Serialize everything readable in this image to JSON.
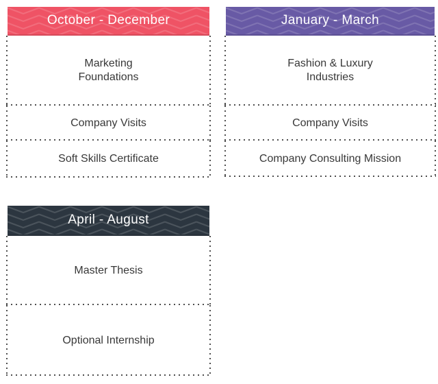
{
  "cards": [
    {
      "title": "October - December",
      "header_color": "#EF5365",
      "sections": [
        {
          "lines": [
            "Marketing",
            "Foundations"
          ]
        },
        {
          "lines": [
            "Company Visits"
          ]
        },
        {
          "lines": [
            "Soft Skills Certificate"
          ]
        }
      ]
    },
    {
      "title": "January - March",
      "header_color": "#685AA5",
      "sections": [
        {
          "lines": [
            "Fashion & Luxury",
            "Industries"
          ]
        },
        {
          "lines": [
            "Company Visits"
          ]
        },
        {
          "lines": [
            "Company Consulting Mission"
          ]
        }
      ]
    },
    {
      "title": "April - August",
      "header_color": "#2C3640",
      "sections": [
        {
          "lines": [
            "Master Thesis"
          ]
        },
        {
          "lines": [
            "Optional Internship"
          ]
        }
      ]
    }
  ],
  "style": {
    "header_text_color": "#FFFFFF",
    "body_text_color": "#383838",
    "dotted_border_color": "#4D4D4D",
    "chevron_overlay": "rgba(255,255,255,0.15)",
    "page_background": "#FFFFFF"
  }
}
